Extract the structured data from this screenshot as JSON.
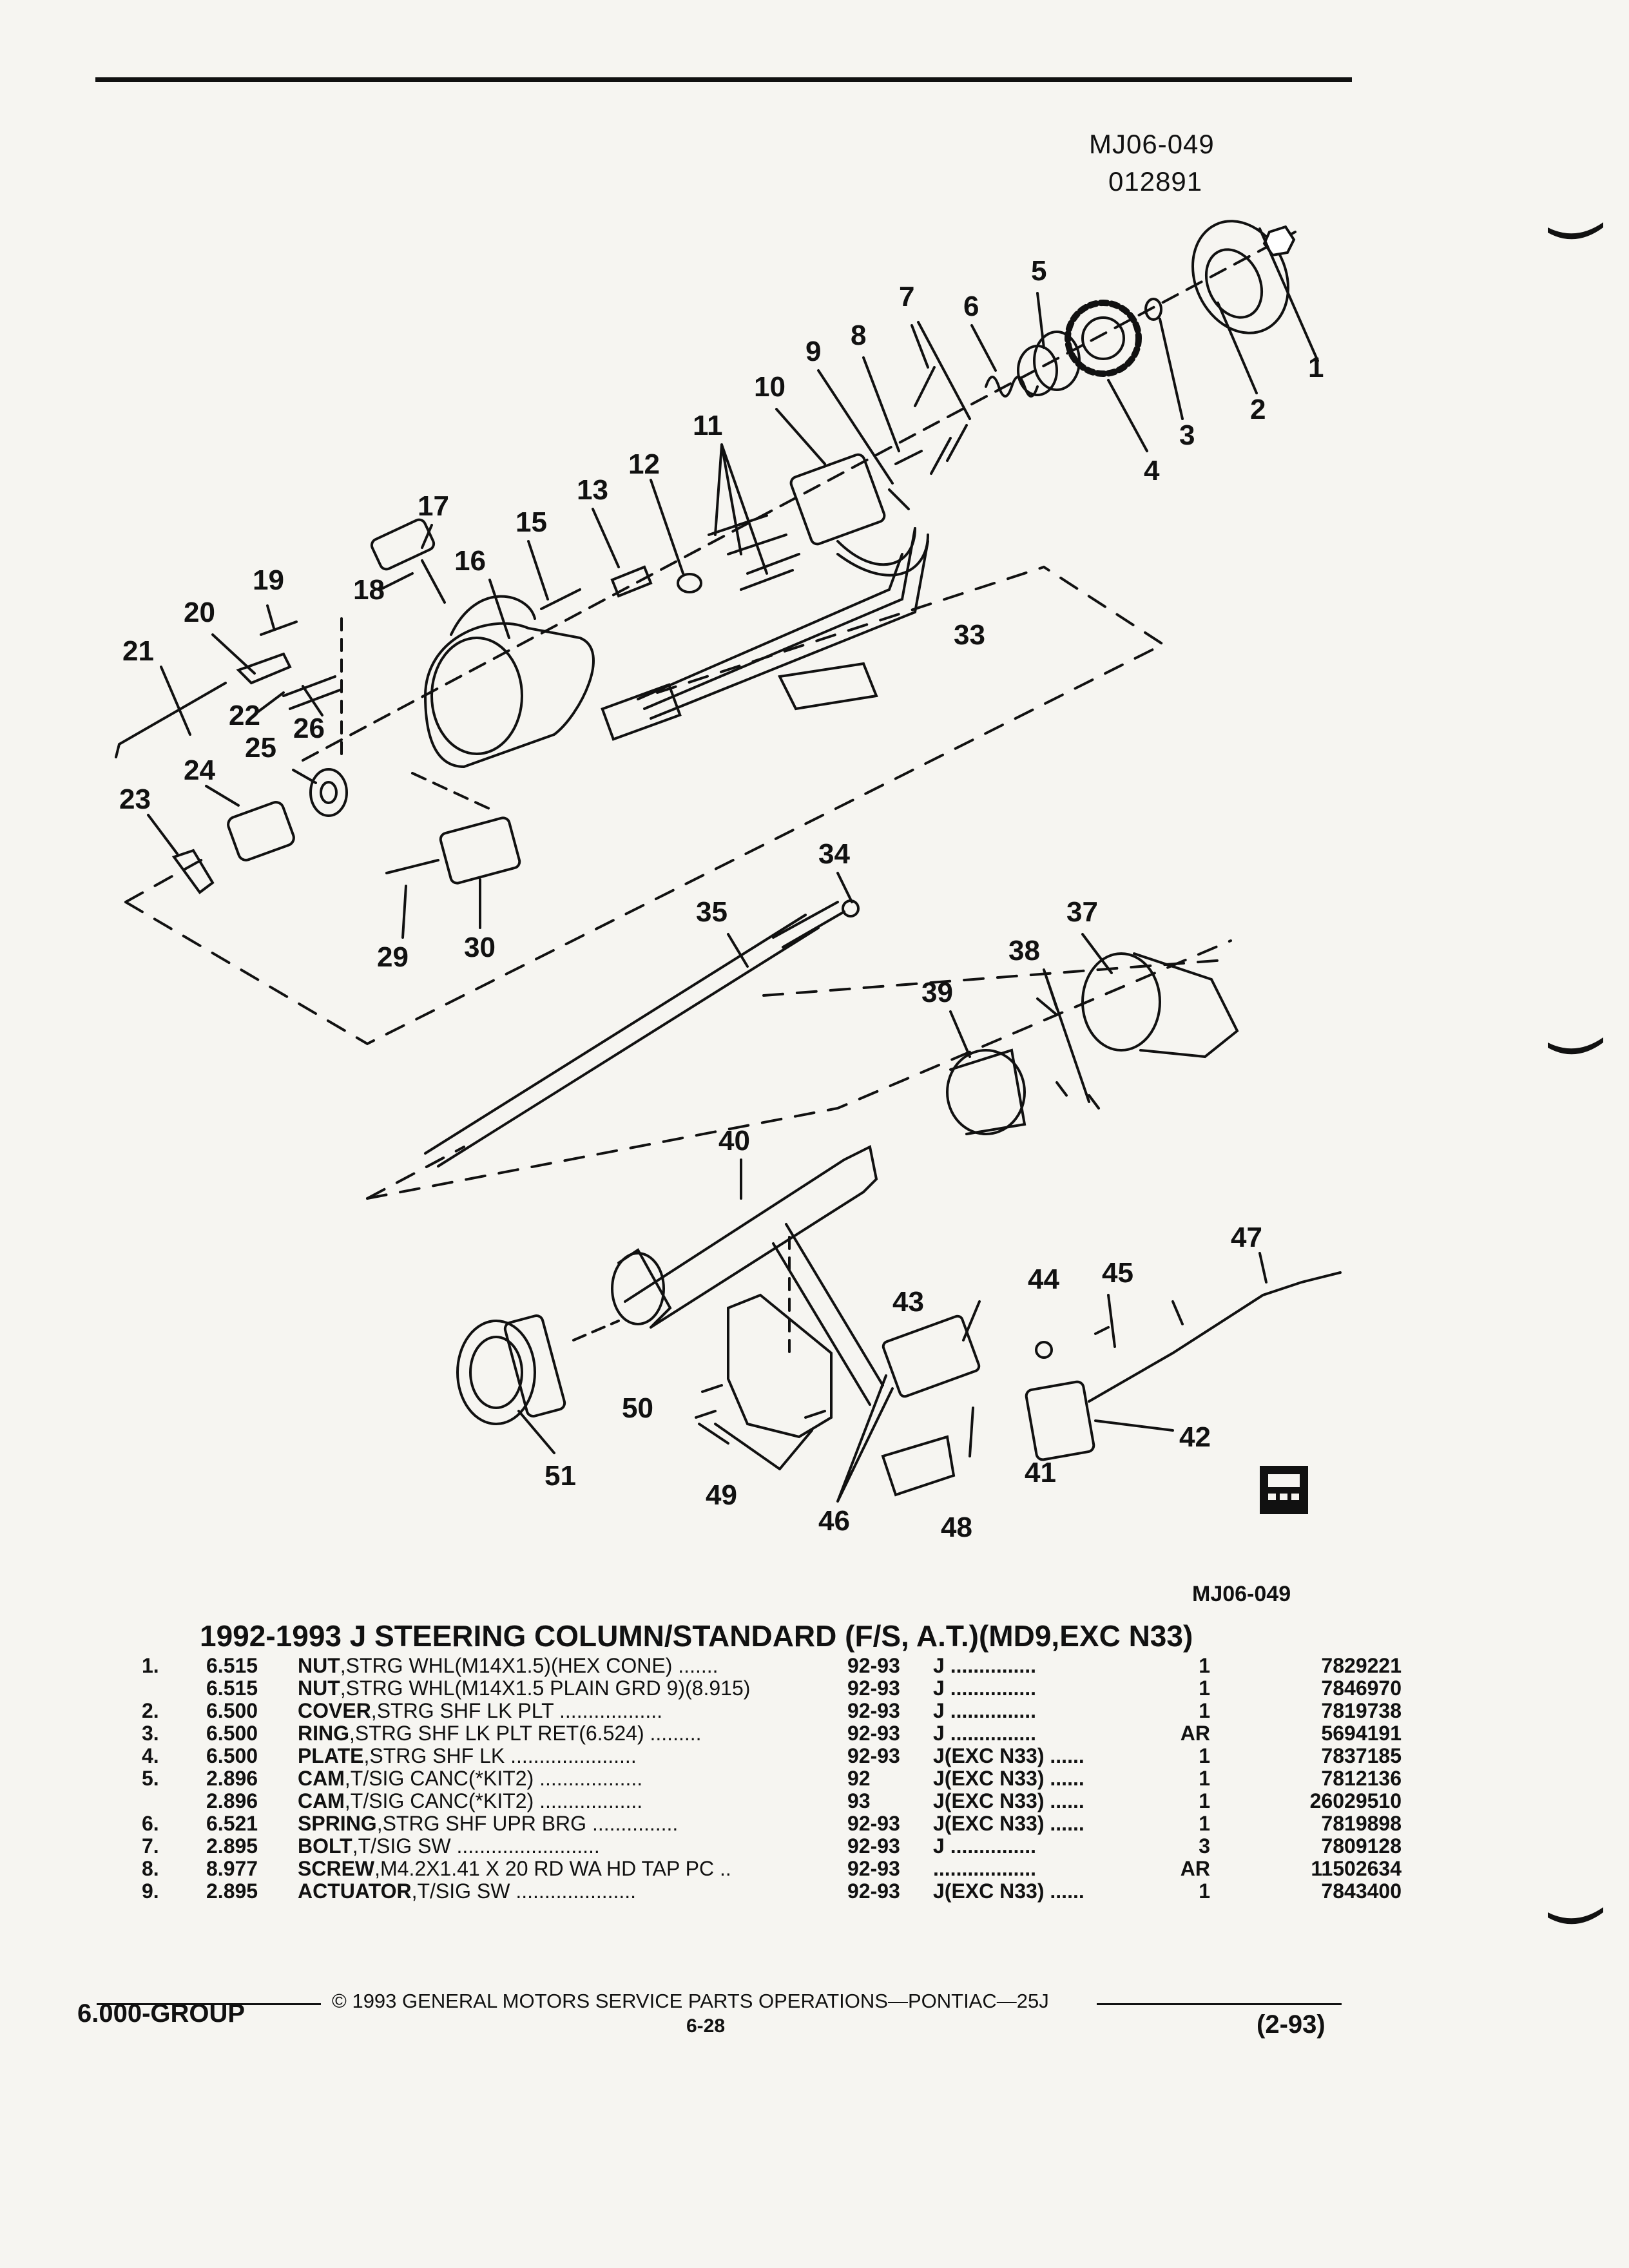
{
  "header": {
    "illustration_code": "MJ06-049",
    "date_code": "012891"
  },
  "diagram": {
    "callouts": [
      "1",
      "2",
      "3",
      "4",
      "5",
      "6",
      "7",
      "8",
      "9",
      "10",
      "11",
      "12",
      "13",
      "15",
      "16",
      "17",
      "18",
      "19",
      "20",
      "21",
      "22",
      "23",
      "24",
      "25",
      "26",
      "29",
      "30",
      "33",
      "34",
      "35",
      "37",
      "38",
      "39",
      "40",
      "41",
      "42",
      "43",
      "44",
      "45",
      "46",
      "47",
      "48",
      "49",
      "50",
      "51"
    ]
  },
  "figure_code": "MJ06-049",
  "title": "1992-1993 J STEERING COLUMN/STANDARD (F/S, A.T.)(MD9,EXC N33)",
  "parts": [
    {
      "index": "1.",
      "group": "6.515",
      "name": "NUT",
      "spec": ",STRG WHL(M14X1.5)(HEX CONE) .......",
      "years": "92-93",
      "model": "J ...............",
      "qty": "1",
      "part_number": "7829221"
    },
    {
      "index": "",
      "group": "6.515",
      "name": "NUT",
      "spec": ",STRG WHL(M14X1.5 PLAIN GRD 9)(8.915)",
      "years": "92-93",
      "model": "J ...............",
      "qty": "1",
      "part_number": "7846970"
    },
    {
      "index": "2.",
      "group": "6.500",
      "name": "COVER",
      "spec": ",STRG SHF LK PLT ..................",
      "years": "92-93",
      "model": "J ...............",
      "qty": "1",
      "part_number": "7819738"
    },
    {
      "index": "3.",
      "group": "6.500",
      "name": "RING",
      "spec": ",STRG SHF LK PLT RET(6.524) .........",
      "years": "92-93",
      "model": "J ...............",
      "qty": "AR",
      "part_number": "5694191"
    },
    {
      "index": "4.",
      "group": "6.500",
      "name": "PLATE",
      "spec": ",STRG SHF LK ......................",
      "years": "92-93",
      "model": "J(EXC N33) ......",
      "qty": "1",
      "part_number": "7837185"
    },
    {
      "index": "5.",
      "group": "2.896",
      "name": "CAM",
      "spec": ",T/SIG CANC(*KIT2) ..................",
      "years": "92",
      "model": "J(EXC N33) ......",
      "qty": "1",
      "part_number": "7812136"
    },
    {
      "index": "",
      "group": "2.896",
      "name": "CAM",
      "spec": ",T/SIG CANC(*KIT2) ..................",
      "years": "93",
      "model": "J(EXC N33) ......",
      "qty": "1",
      "part_number": "26029510"
    },
    {
      "index": "6.",
      "group": "6.521",
      "name": "SPRING",
      "spec": ",STRG SHF UPR BRG ...............",
      "years": "92-93",
      "model": "J(EXC N33) ......",
      "qty": "1",
      "part_number": "7819898"
    },
    {
      "index": "7.",
      "group": "2.895",
      "name": "BOLT",
      "spec": ",T/SIG SW .........................",
      "years": "92-93",
      "model": "J ...............",
      "qty": "3",
      "part_number": "7809128"
    },
    {
      "index": "8.",
      "group": "8.977",
      "name": "SCREW",
      "spec": ",M4.2X1.41 X 20 RD WA HD TAP PC ..",
      "years": "92-93",
      "model": "..................",
      "qty": "AR",
      "part_number": "11502634"
    },
    {
      "index": "9.",
      "group": "2.895",
      "name": "ACTUATOR",
      "spec": ",T/SIG SW .....................",
      "years": "92-93",
      "model": "J(EXC N33) ......",
      "qty": "1",
      "part_number": "7843400"
    }
  ],
  "footer": {
    "copyright": "© 1993 GENERAL MOTORS SERVICE PARTS OPERATIONS—PONTIAC—25J",
    "group": "6.000-GROUP",
    "page": "6-28",
    "revision": "(2-93)"
  }
}
